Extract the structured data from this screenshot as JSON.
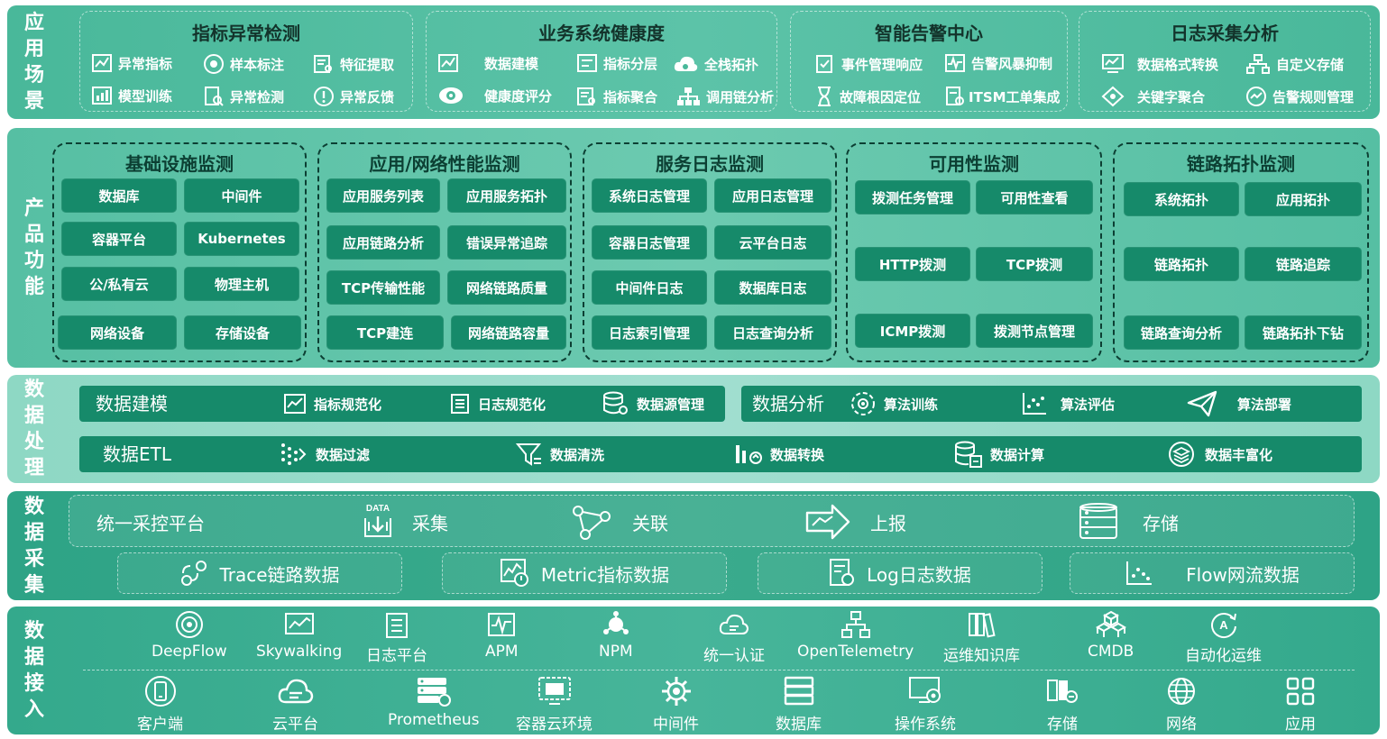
{
  "layers": {
    "scenario": {
      "label": [
        "应",
        "用",
        "场",
        "景"
      ]
    },
    "product": {
      "label": [
        "产",
        "品",
        "功",
        "能"
      ]
    },
    "process": {
      "label": [
        "数",
        "据",
        "处",
        "理"
      ]
    },
    "collect": {
      "label": [
        "数",
        "据",
        "采",
        "集"
      ]
    },
    "access": {
      "label": [
        "数",
        "据",
        "接",
        "入"
      ]
    }
  },
  "scenarios": [
    {
      "title": "指标异常检测",
      "items": [
        {
          "icon": "chart-icon",
          "label": "异常指标"
        },
        {
          "icon": "target-icon",
          "label": "样本标注"
        },
        {
          "icon": "list-search-icon",
          "label": "特征提取"
        },
        {
          "icon": "chart-train-icon",
          "label": "模型训练"
        },
        {
          "icon": "doc-search-icon",
          "label": "异常检测"
        },
        {
          "icon": "alert-icon",
          "label": "异常反馈"
        }
      ]
    },
    {
      "title": "业务系统健康度",
      "items": [
        {
          "icon": "chart-icon",
          "label": "数据建模"
        },
        {
          "icon": "hierarchy-icon",
          "label": "指标分层"
        },
        {
          "icon": "cloud-icon",
          "label": "全栈拓扑"
        },
        {
          "icon": "eye-icon",
          "label": "健康度评分"
        },
        {
          "icon": "list-search-icon",
          "label": "指标聚合"
        },
        {
          "icon": "org-icon",
          "label": "调用链分析"
        }
      ]
    },
    {
      "title": "智能告警中心",
      "items": [
        {
          "icon": "checklist-icon",
          "label": "事件管理响应"
        },
        {
          "icon": "wave-icon",
          "label": "告警风暴抑制"
        },
        {
          "icon": "hourglass-icon",
          "label": "故障根因定位"
        },
        {
          "icon": "doc-gear-icon",
          "label": "ITSM工单集成"
        }
      ]
    },
    {
      "title": "日志采集分析",
      "items": [
        {
          "icon": "monitor-icon",
          "label": "数据格式转换"
        },
        {
          "icon": "org-icon",
          "label": "自定义存储"
        },
        {
          "icon": "compass-icon",
          "label": "关键字聚合"
        },
        {
          "icon": "gauge-icon",
          "label": "告警规则管理"
        }
      ]
    }
  ],
  "products": [
    {
      "title": "基础设施监测",
      "chips": [
        "数据库",
        "中间件",
        "容器平台",
        "Kubernetes",
        "公/私有云",
        "物理主机",
        "网络设备",
        "存储设备"
      ]
    },
    {
      "title": "应用/网络性能监测",
      "chips": [
        "应用服务列表",
        "应用服务拓扑",
        "应用链路分析",
        "错误异常追踪",
        "TCP传输性能",
        "网络链路质量",
        "TCP建连",
        "网络链路容量"
      ]
    },
    {
      "title": "服务日志监测",
      "chips": [
        "系统日志管理",
        "应用日志管理",
        "容器日志管理",
        "云平台日志",
        "中间件日志",
        "数据库日志",
        "日志索引管理",
        "日志查询分析"
      ]
    },
    {
      "title": "可用性监测",
      "chips": [
        "拨测任务管理",
        "可用性查看",
        "HTTP拨测",
        "TCP拨测",
        "ICMP拨测",
        "拨测节点管理"
      ]
    },
    {
      "title": "链路拓扑监测",
      "chips": [
        "系统拓扑",
        "应用拓扑",
        "链路拓扑",
        "链路追踪",
        "链路查询分析",
        "链路拓扑下钻"
      ]
    }
  ],
  "processing": {
    "modeling": {
      "title": "数据建模",
      "items": [
        {
          "icon": "chart-icon",
          "label": "指标规范化"
        },
        {
          "icon": "list-icon",
          "label": "日志规范化"
        },
        {
          "icon": "database-gear-icon",
          "label": "数据源管理"
        }
      ]
    },
    "analysis": {
      "title": "数据分析",
      "items": [
        {
          "icon": "target-icon",
          "label": "算法训练"
        },
        {
          "icon": "scatter-icon",
          "label": "算法评估"
        },
        {
          "icon": "send-icon",
          "label": "算法部署"
        }
      ]
    },
    "etl": {
      "title": "数据ETL",
      "items": [
        {
          "icon": "dots-icon",
          "label": "数据过滤"
        },
        {
          "icon": "filter-icon",
          "label": "数据清洗"
        },
        {
          "icon": "transform-icon",
          "label": "数据转换"
        },
        {
          "icon": "database-calc-icon",
          "label": "数据计算"
        },
        {
          "icon": "layers-icon",
          "label": "数据丰富化"
        }
      ]
    }
  },
  "collection": {
    "platform": {
      "title": "统一采控平台",
      "items": [
        {
          "icon": "data-download-icon",
          "label": "采集",
          "icon_text": "DATA"
        },
        {
          "icon": "nodes-icon",
          "label": "关联"
        },
        {
          "icon": "arrow-icon",
          "label": "上报"
        },
        {
          "icon": "storage-icon",
          "label": "存储"
        }
      ]
    },
    "sources": [
      {
        "icon": "trace-icon",
        "label": "Trace链路数据"
      },
      {
        "icon": "metric-icon",
        "label": "Metric指标数据"
      },
      {
        "icon": "log-icon",
        "label": "Log日志数据"
      },
      {
        "icon": "scatter-icon",
        "label": "Flow网流数据"
      }
    ]
  },
  "access": {
    "top": [
      {
        "icon": "radar-icon",
        "label": "DeepFlow"
      },
      {
        "icon": "chart-icon",
        "label": "Skywalking"
      },
      {
        "icon": "list-icon",
        "label": "日志平台"
      },
      {
        "icon": "pulse-icon",
        "label": "APM"
      },
      {
        "icon": "network-icon",
        "label": "NPM"
      },
      {
        "icon": "cloud-icon",
        "label": "统一认证"
      },
      {
        "icon": "org-icon",
        "label": "OpenTelemetry"
      },
      {
        "icon": "books-icon",
        "label": "运维知识库"
      },
      {
        "icon": "cubes-icon",
        "label": "CMDB"
      },
      {
        "icon": "auto-icon",
        "label": "自动化运维"
      }
    ],
    "bottom": [
      {
        "icon": "phone-icon",
        "label": "客户端"
      },
      {
        "icon": "cloud-icon",
        "label": "云平台"
      },
      {
        "icon": "server-icon",
        "label": "Prometheus"
      },
      {
        "icon": "container-icon",
        "label": "容器云环境"
      },
      {
        "icon": "gear-icon",
        "label": "中间件"
      },
      {
        "icon": "database-icon",
        "label": "数据库"
      },
      {
        "icon": "os-icon",
        "label": "操作系统"
      },
      {
        "icon": "storage-icon",
        "label": "存储"
      },
      {
        "icon": "globe-icon",
        "label": "网络"
      },
      {
        "icon": "apps-icon",
        "label": "应用"
      }
    ]
  },
  "colors": {
    "chip": "#168a6a",
    "dark_text": "#0c3f33",
    "scenario_bg": "#5cc3a8",
    "process_bg": "#a1ded0"
  }
}
